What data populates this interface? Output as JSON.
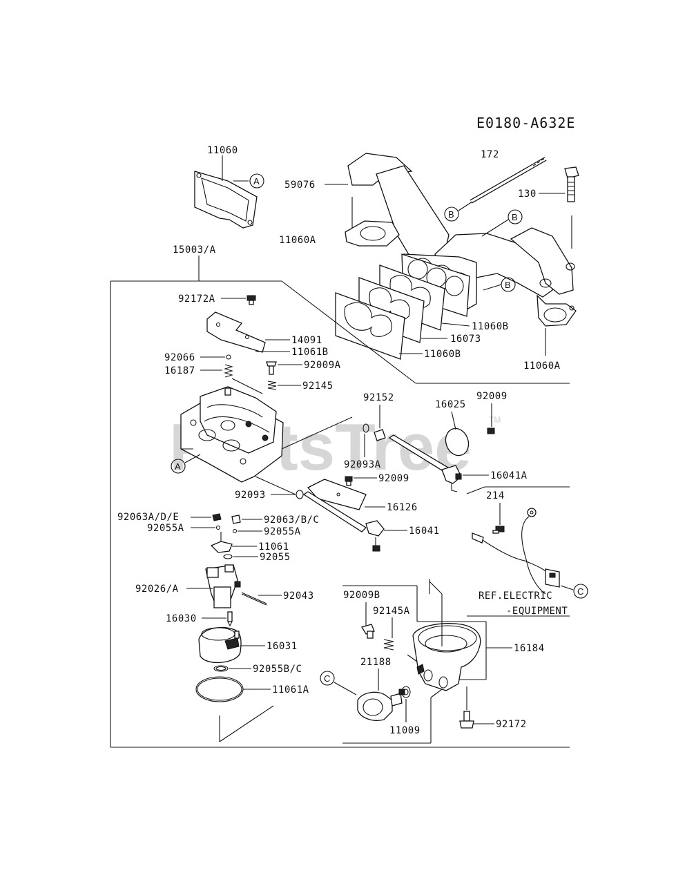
{
  "diagram_code": "E0180-A632E",
  "watermark": "PartsTree",
  "watermark_tm": "TM",
  "callouts": {
    "a_top": "A",
    "a_left": "A",
    "b_1": "B",
    "b_2": "B",
    "b_3": "B",
    "c_right": "C",
    "c_bottom": "C"
  },
  "labels": {
    "p11060": "11060",
    "p172": "172",
    "p59076": "59076",
    "p130": "130",
    "p11060A_1": "11060A",
    "p15003A": "15003/A",
    "p92172A": "92172A",
    "p11060B_1": "11060B",
    "p16073": "16073",
    "p11060B_2": "11060B",
    "p11060A_2": "11060A",
    "p14091": "14091",
    "p11061B": "11061B",
    "p92066": "92066",
    "p92009A": "92009A",
    "p16187": "16187",
    "p92145": "92145",
    "p92152": "92152",
    "p16025": "16025",
    "p92009_1": "92009",
    "p92093A": "92093A",
    "p92009_2": "92009",
    "p16041A": "16041A",
    "p92093": "92093",
    "p16126": "16126",
    "p214": "214",
    "p92063ADE": "92063A/D/E",
    "p92063BC": "92063/B/C",
    "p92055A_1": "92055A",
    "p92055A_2": "92055A",
    "p16041": "16041",
    "p11061": "11061",
    "p92055": "92055",
    "p92026A": "92026/A",
    "p92043": "92043",
    "ref_electric_1": "REF.ELECTRIC",
    "ref_electric_2": "-EQUIPMENT",
    "p92009B": "92009B",
    "p92145A": "92145A",
    "p16030": "16030",
    "p16031": "16031",
    "p16184": "16184",
    "p21188": "21188",
    "p92055BC": "92055B/C",
    "p11061A": "11061A",
    "p11009": "11009",
    "p92172": "92172"
  }
}
